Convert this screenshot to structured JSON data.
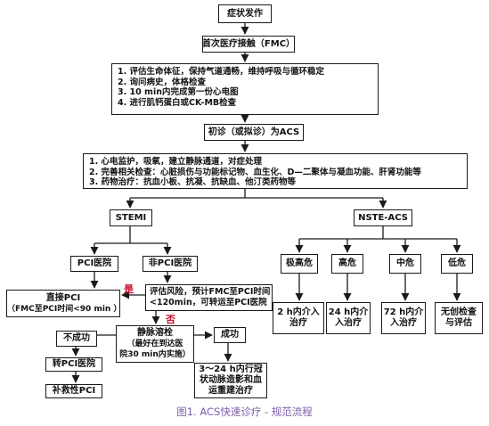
{
  "nodes": {
    "onset": "症状发作",
    "fmc": "首次医疗接触（FMC）",
    "initial_steps": [
      "1.  评估生命体征，保持气道通畅，维持呼吸与循环稳定",
      "2.  询问病史，体格检查",
      "3.  10 min内完成第一份心电图",
      "4.  进行肌钙蛋白或CK-MB检查"
    ],
    "prelim_acs": "初诊（或拟诊）为ACS",
    "acs_steps": [
      "1.  心电监护，吸氧，建立静脉通道，对症处理",
      "2.  完善相关检查：心脏损伤与功能标记物、血生化、D—二聚体与凝血功能、肝肾功能等",
      "3.  药物治疗：抗血小板、抗凝、抗缺血、他汀类药物等"
    ],
    "stemi": "STEMI",
    "nste_acs": "NSTE-ACS",
    "pci_hospital": "PCI医院",
    "non_pci_hospital": "非PCI医院",
    "direct_pci": [
      "直接PCI",
      "（FMC至PCI时间<90 min ）"
    ],
    "risk_eval": [
      "评估风险，预计FMC至PCI时间",
      "<120min，可转运至PCI医院"
    ],
    "thrombolysis": [
      "静脉溶栓",
      "（最好在到达医",
      "院30 min内实施）"
    ],
    "failure": "不成功",
    "success": "成功",
    "transfer_pci": "转PCI医院",
    "rescue_pci": "补救性PCI",
    "post_lysis": [
      "3～24 h内行冠",
      "状动脉造影和血",
      "运重建治疗"
    ],
    "very_high_risk": "极高危",
    "high_risk": "高危",
    "mid_risk": "中危",
    "low_risk": "低危",
    "tx_2h": [
      "2 h内介入",
      "治疗"
    ],
    "tx_24h": [
      "24 h内介",
      "入治疗"
    ],
    "tx_72h": [
      "72 h内介",
      "入治疗"
    ],
    "tx_noninvasive": [
      "无创检查",
      "与评估"
    ]
  },
  "edge_labels": {
    "yes": "是",
    "no": "否"
  },
  "caption": "图1. ACS快速诊疗 - 规范流程",
  "colors": {
    "label_red": "#c8102e",
    "caption_purple": "#7c5ba8",
    "line": "#1a1a1a"
  }
}
